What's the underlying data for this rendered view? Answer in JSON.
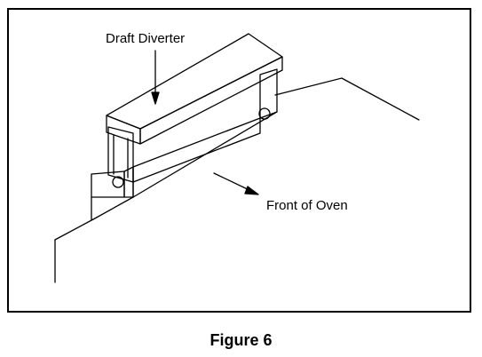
{
  "figure": {
    "caption": "Figure 6",
    "callouts": {
      "draft_diverter": "Draft Diverter",
      "front_of_oven": "Front of Oven"
    }
  }
}
